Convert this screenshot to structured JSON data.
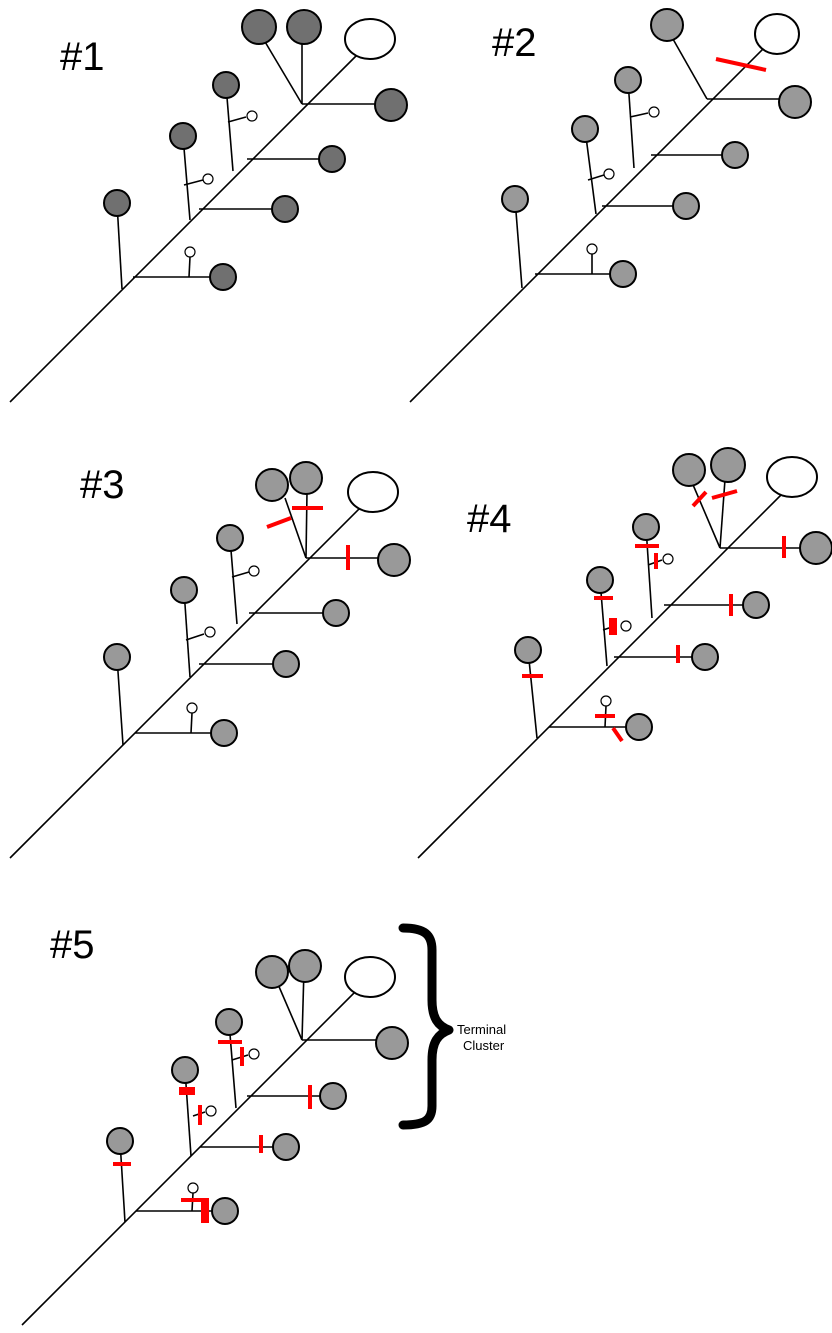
{
  "panels": [
    {
      "id": "p1",
      "label": "#1",
      "node_fill": "#707070"
    },
    {
      "id": "p2",
      "label": "#2",
      "node_fill": "#999999"
    },
    {
      "id": "p3",
      "label": "#3",
      "node_fill": "#999999"
    },
    {
      "id": "p4",
      "label": "#4",
      "node_fill": "#999999"
    },
    {
      "id": "p5",
      "label": "#5",
      "node_fill": "#999999"
    }
  ],
  "annotation": {
    "line1": "Terminal",
    "line2": "Cluster"
  },
  "colors": {
    "cut_mark": "#ff0000",
    "terminal_bud": "#ffffff",
    "stroke": "#000000"
  }
}
